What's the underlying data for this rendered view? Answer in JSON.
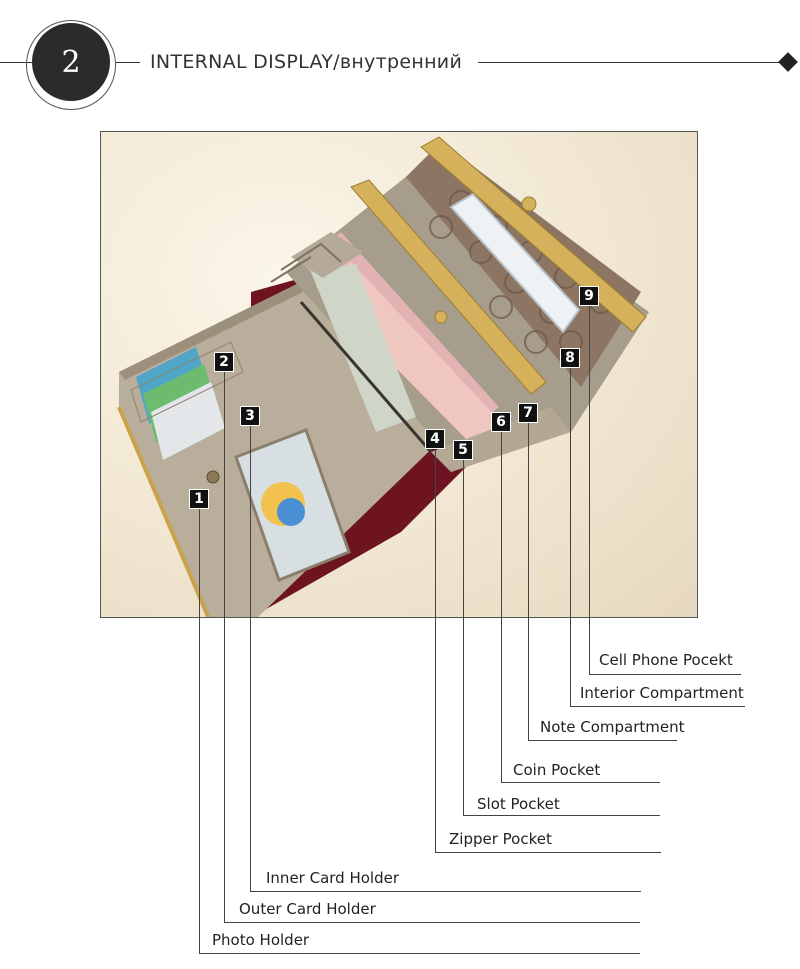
{
  "header": {
    "step_number": "2",
    "title": "INTERNAL DISPLAY/внутренний"
  },
  "callouts": [
    {
      "number": "1",
      "label": "Photo Holder"
    },
    {
      "number": "2",
      "label": "Outer Card Holder"
    },
    {
      "number": "3",
      "label": "Inner Card Holder"
    },
    {
      "number": "4",
      "label": "Zipper Pocket"
    },
    {
      "number": "5",
      "label": "Slot Pocket"
    },
    {
      "number": "6",
      "label": "Coin Pocket"
    },
    {
      "number": "7",
      "label": "Note Compartment"
    },
    {
      "number": "8",
      "label": "Interior Compartment"
    },
    {
      "number": "9",
      "label": "Cell Phone Pocekt"
    }
  ]
}
